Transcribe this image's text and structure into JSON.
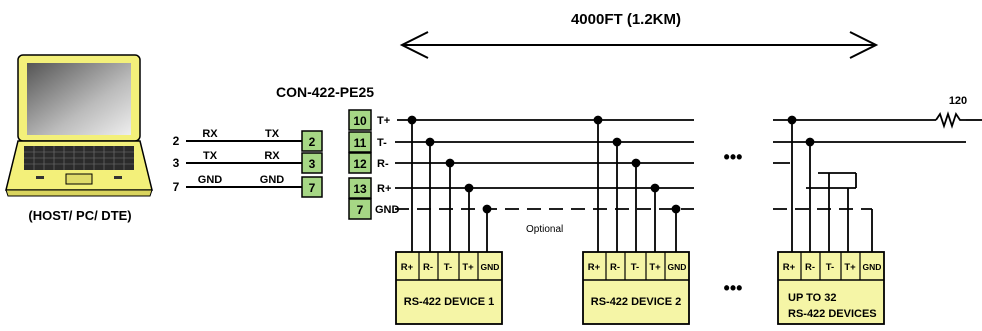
{
  "distance_label": "4000FT (1.2KM)",
  "host_label": "(HOST/ PC/ DTE)",
  "converter": {
    "name": "CON-422-PE25",
    "left_pins": [
      "2",
      "3",
      "7"
    ],
    "right_pins": [
      "10",
      "11",
      "12",
      "13",
      "7"
    ]
  },
  "host_pins": [
    "2",
    "3",
    "7"
  ],
  "host_signals": [
    "RX",
    "TX",
    "GND"
  ],
  "converter_signals": [
    "TX",
    "RX",
    "GND"
  ],
  "bus_lines": [
    "T+",
    "T-",
    "R-",
    "R+",
    "GND"
  ],
  "terminator": "120",
  "optional_label": "Optional",
  "continuation": "•••",
  "device_terminals": [
    "R+",
    "R-",
    "T-",
    "T+",
    "GND"
  ],
  "devices": [
    {
      "line1": "RS-422 DEVICE 1",
      "line2": ""
    },
    {
      "line1": "RS-422 DEVICE 2",
      "line2": ""
    },
    {
      "line1": "UP TO 32",
      "line2": "RS-422 DEVICES"
    }
  ],
  "colors": {
    "terminal_fill": "#a6d785",
    "device_fill": "#f5f5a6",
    "laptop_body": "#f3f07a",
    "line": "#000000"
  }
}
